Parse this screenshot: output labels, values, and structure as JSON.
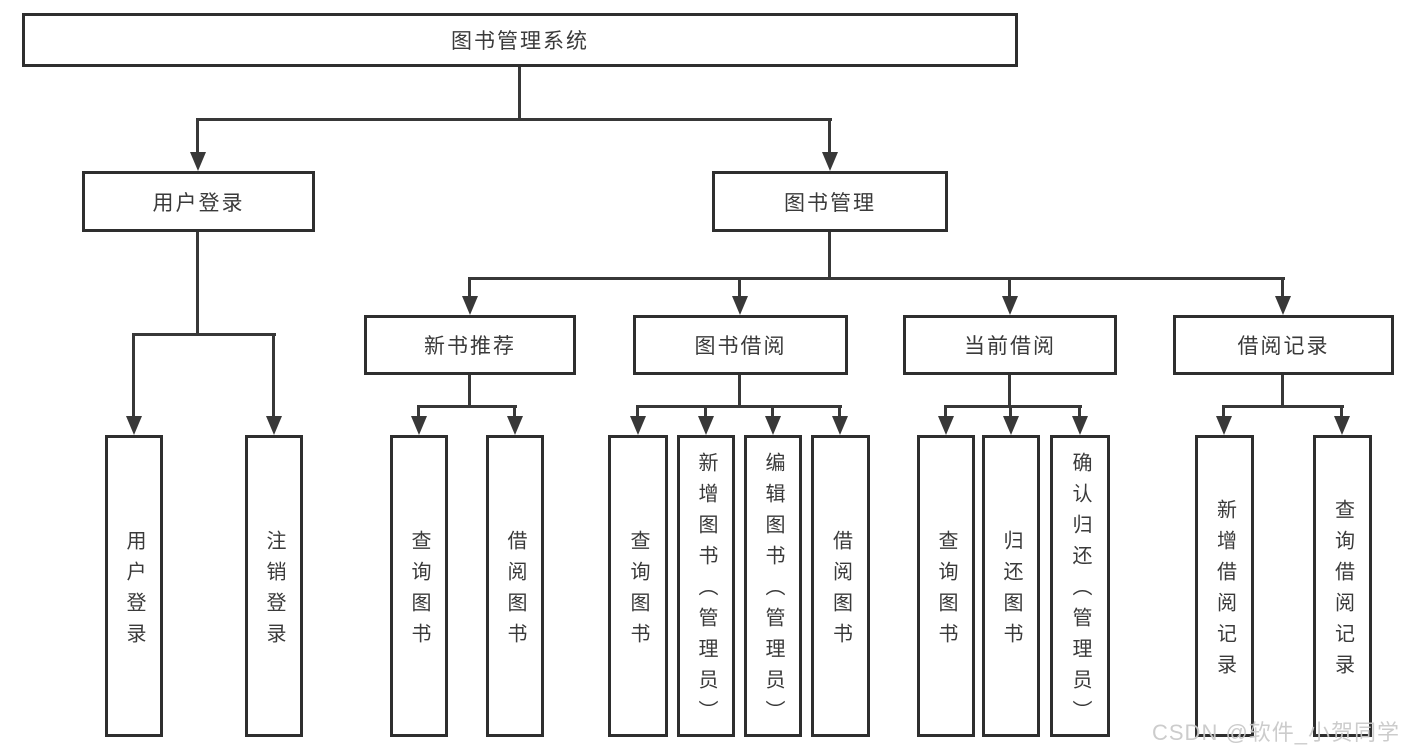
{
  "root": {
    "label": "图书管理系统"
  },
  "branches": {
    "user_login": {
      "label": "用户登录",
      "leaves": [
        "用户登录",
        "注销登录"
      ]
    },
    "book_management": {
      "label": "图书管理",
      "groups": [
        {
          "label": "新书推荐",
          "leaves": [
            "查询图书",
            "借阅图书"
          ]
        },
        {
          "label": "图书借阅",
          "leaves": [
            "查询图书",
            "新增图书（管理员）",
            "编辑图书（管理员）",
            "借阅图书"
          ]
        },
        {
          "label": "当前借阅",
          "leaves": [
            "查询图书",
            "归还图书",
            "确认归还（管理员）"
          ]
        },
        {
          "label": "借阅记录",
          "leaves": [
            "新增借阅记录",
            "查询借阅记录"
          ]
        }
      ]
    }
  },
  "watermark": {
    "text": "CSDN @软件_小贺同学"
  },
  "colors": {
    "line": "#383838",
    "box_border": "#2e2e2e",
    "text": "#3a3a3a",
    "watermark": "#c9c9c9",
    "background": "#ffffff"
  }
}
